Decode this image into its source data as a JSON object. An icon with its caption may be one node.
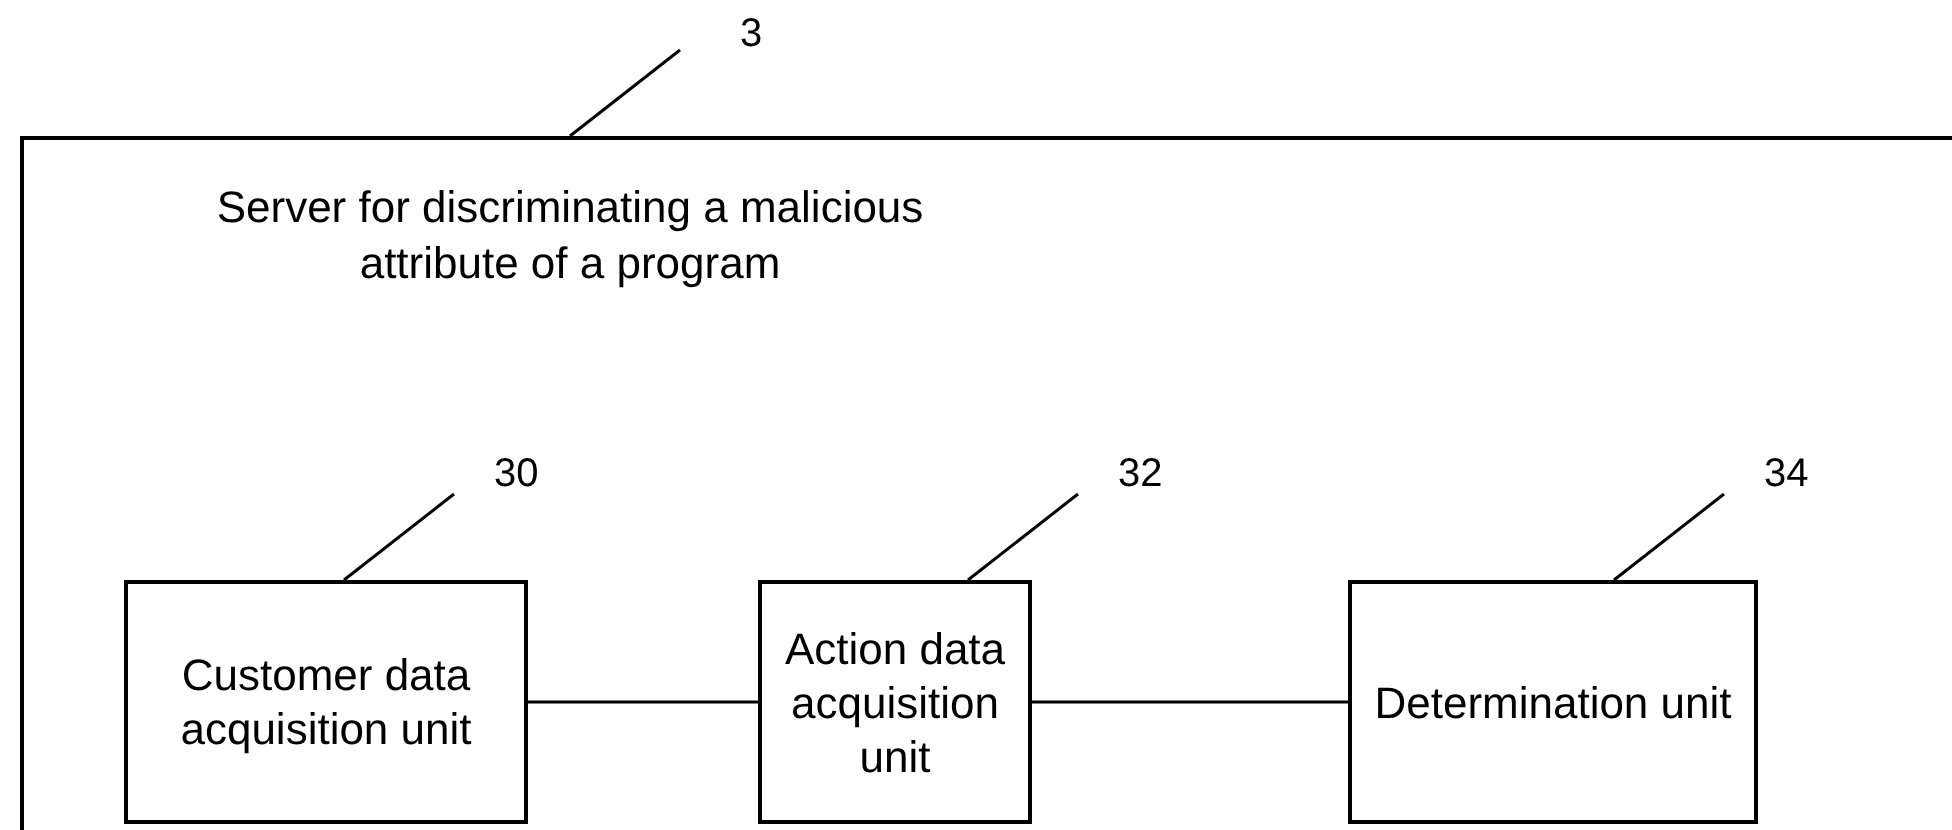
{
  "diagram": {
    "nodes": [
      {
        "text": [
          "Server for discriminating a malicious attribute of a program"
        ]
      },
      {
        "text": [
          "Customer data acquisition unit"
        ],
        "in": 0
      },
      {
        "text": [
          "Action data acquisition unit"
        ],
        "in": 0
      },
      {
        "text": [
          "Determination unit"
        ],
        "in": 0
      },
      {
        "text": [
          "3"
        ]
      },
      {
        "text": [
          "30"
        ],
        "in": 0
      },
      {
        "text": [
          "32"
        ],
        "in": 0
      },
      {
        "text": [
          "34"
        ],
        "in": 0
      }
    ],
    "edges": [
      {
        "from": 1,
        "to": 2,
        "arrow": "none"
      },
      {
        "from": 2,
        "to": 3,
        "arrow": "none"
      },
      {
        "from": 4,
        "to": 0,
        "arrow": "none"
      },
      {
        "from": 5,
        "to": 1,
        "arrow": "none"
      },
      {
        "from": 6,
        "to": 2,
        "arrow": "none"
      },
      {
        "from": 7,
        "to": 3,
        "arrow": "none"
      }
    ]
  }
}
